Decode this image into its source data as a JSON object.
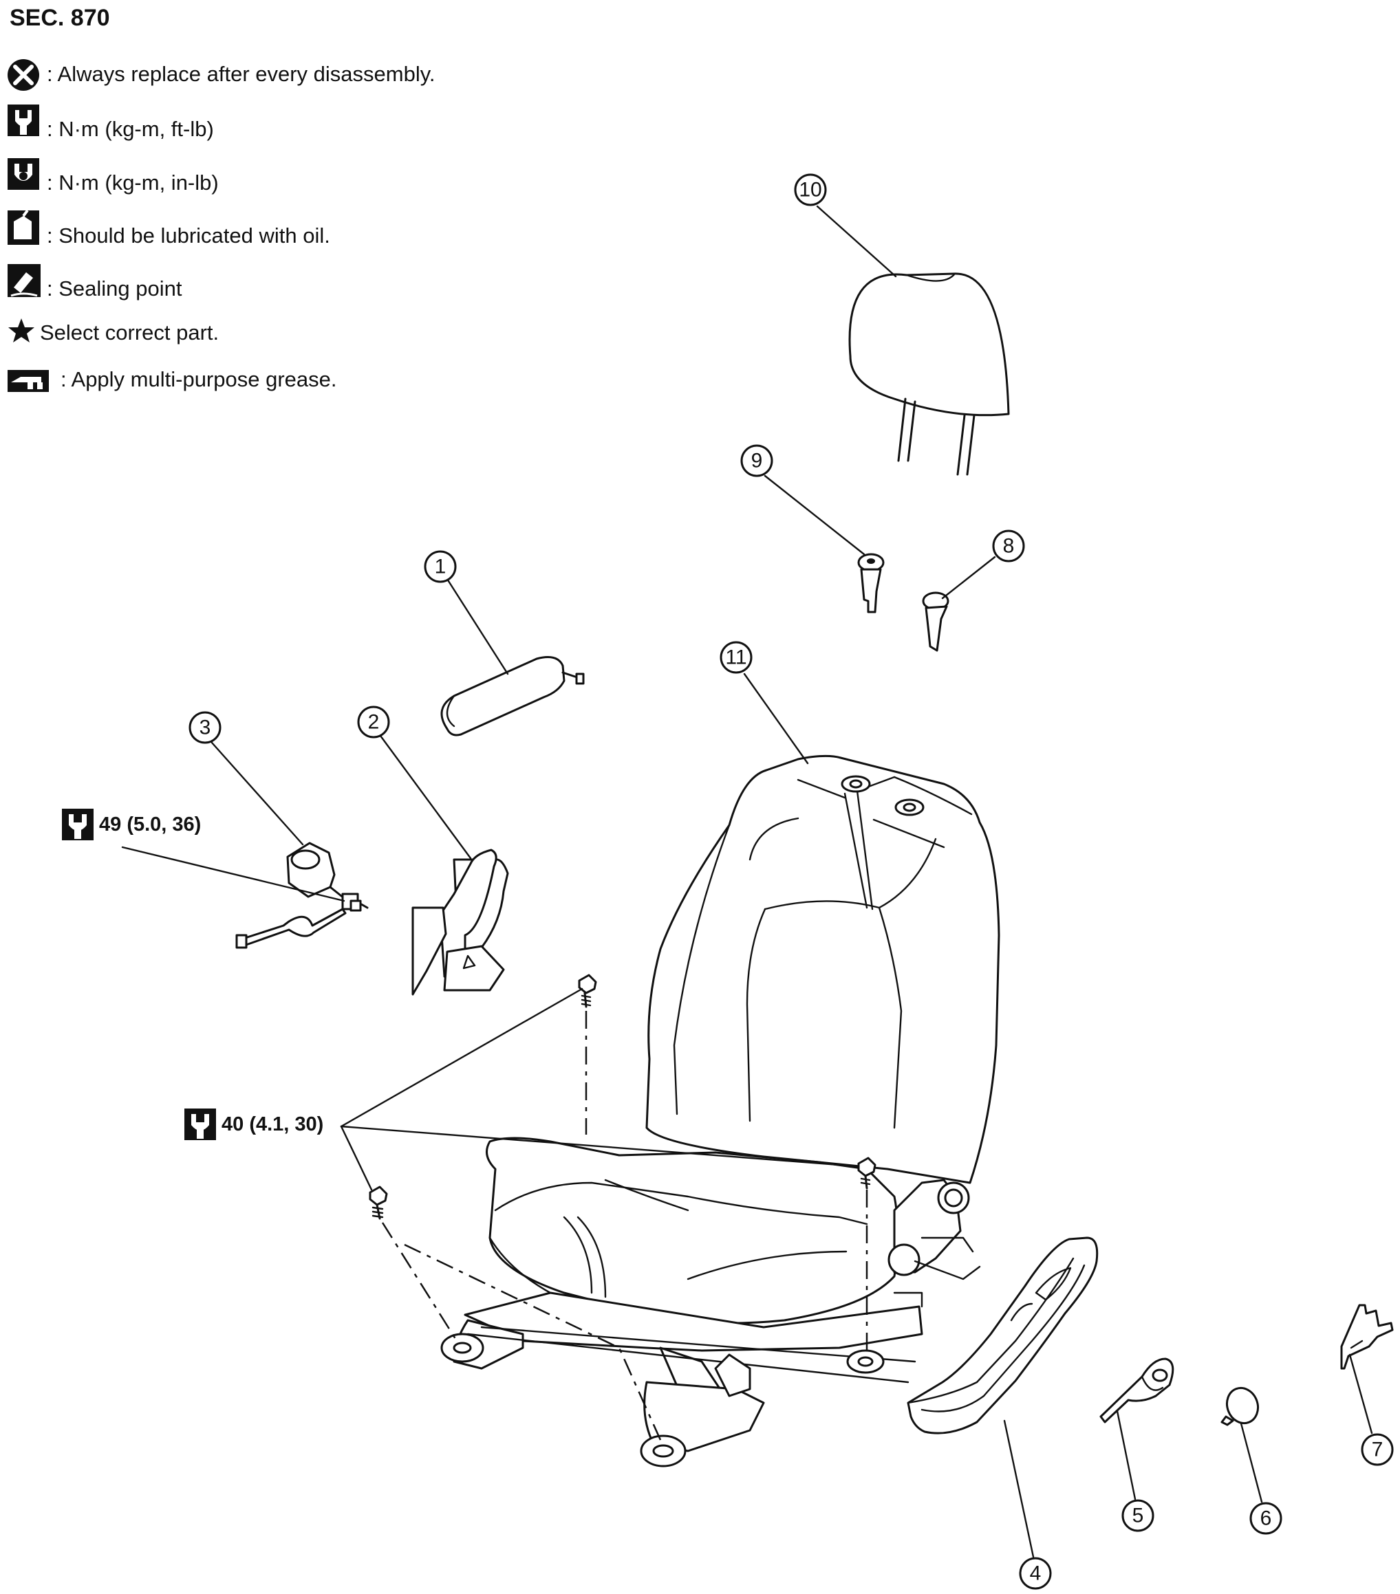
{
  "section": "SEC. 870",
  "legend": [
    {
      "icon": "replace-x-icon",
      "text": ": Always replace after every disassembly."
    },
    {
      "icon": "torque-wrench-icon",
      "text": ": N·m (kg-m, ft-lb)"
    },
    {
      "icon": "torque-wrench-filled-icon",
      "text": ": N·m (kg-m, in-lb)"
    },
    {
      "icon": "oil-can-icon",
      "text": ": Should be lubricated with oil."
    },
    {
      "icon": "sealing-point-icon",
      "text": ": Sealing point"
    },
    {
      "icon": "star-icon",
      "text": "Select correct part."
    },
    {
      "icon": "grease-gun-icon",
      "text": ": Apply multi-purpose grease."
    }
  ],
  "torque_specs": [
    {
      "value": "49 (5.0, 36)"
    },
    {
      "value": "40 (4.1, 30)"
    }
  ],
  "callouts": [
    "1",
    "2",
    "3",
    "4",
    "5",
    "6",
    "7",
    "8",
    "9",
    "10",
    "11"
  ]
}
